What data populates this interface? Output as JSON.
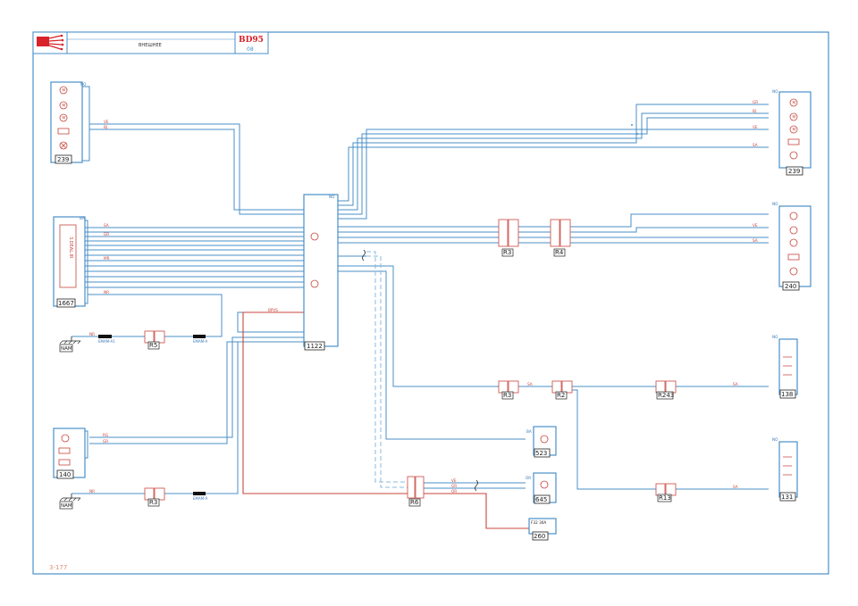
{
  "sheet": {
    "code": "BD95",
    "revision": "08",
    "subtitle": "ВНЕШНЕЕ",
    "page_number": "3-177"
  },
  "colors": {
    "frame": "#4a8fc7",
    "wire_blue": "#4a8fc7",
    "wire_red": "#c8463e",
    "accent_red": "#d8232a"
  },
  "icons": [
    "connector-harness-icon",
    "ground-icon",
    "lamp-icon",
    "motor-icon",
    "switch-icon"
  ],
  "components": {
    "c239a": "239",
    "c239b": "239",
    "c1667": "1667",
    "c1667_text": "3.DEAL.IR",
    "c1122": "1122",
    "c240": "240",
    "c140": "140",
    "c138": "138",
    "c131": "131",
    "c523": "523",
    "c645": "645",
    "c260": "260",
    "c260_pins": "F32  30A",
    "r3a": "R3",
    "r3b": "R3",
    "r3c": "R3",
    "r4": "R4",
    "r2": "R2",
    "r243": "R243",
    "r13": "R13",
    "r5": "R5",
    "r6": "R6",
    "nam1": "NAM",
    "nam2": "NAM",
    "ground_label_1": "EMAM-A1",
    "ground_label_2": "EMAM-A",
    "ground_label_3": "EMAM-A"
  },
  "wire_labels": {
    "no": "NO",
    "ba": "BA",
    "ve": "VE",
    "gr": "GR",
    "bj": "BJ",
    "mr": "MR",
    "nr": "NR",
    "or": "OR",
    "rg": "RG",
    "sa": "SA",
    "bpvs": "BPVS"
  }
}
